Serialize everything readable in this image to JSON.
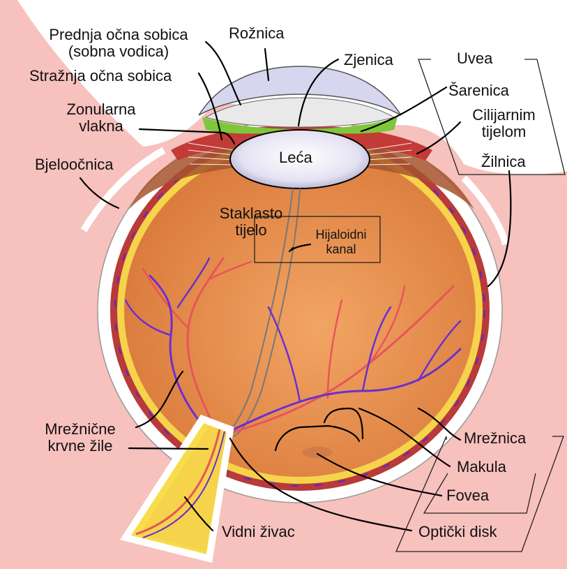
{
  "labels": {
    "prednja_1": "Prednja očna sobica",
    "prednja_2": "(sobna vodica)",
    "straznja": "Stražnja očna sobica",
    "zonularna_1": "Zonularna",
    "zonularna_2": "vlakna",
    "bjeloocnica": "Bjeloočnica",
    "roznica": "Rožnica",
    "zjenica": "Zjenica",
    "uvea": "Uvea",
    "sarenica": "Šarenica",
    "cilijarnim_1": "Cilijarnim",
    "cilijarnim_2": "tijelom",
    "zilnica": "Žilnica",
    "leca": "Leća",
    "staklasto_1": "Staklasto",
    "staklasto_2": "tijelo",
    "hijaloidni_1": "Hijaloidni",
    "hijaloidni_2": "kanal",
    "mreznicne_1": "Mrežnične",
    "mreznicne_2": "krvne žile",
    "mreznica": "Mrežnica",
    "makula": "Makula",
    "fovea": "Fovea",
    "opticki_disk": "Optički disk",
    "vidni_zivac": "Vidni živac"
  },
  "colors": {
    "background_tissue": "#f7c1bd",
    "sclera": "#ffffff",
    "choroid": "#b83a3a",
    "retina": "#f5d34a",
    "vitreous": "#e59153",
    "iris": "#7dc83a",
    "cornea": "#d6d6ee",
    "lens": "#f1f1fb",
    "artery": "#e8545a",
    "vein": "#6a2fd0",
    "optic_nerve": "#f7dc4c"
  }
}
